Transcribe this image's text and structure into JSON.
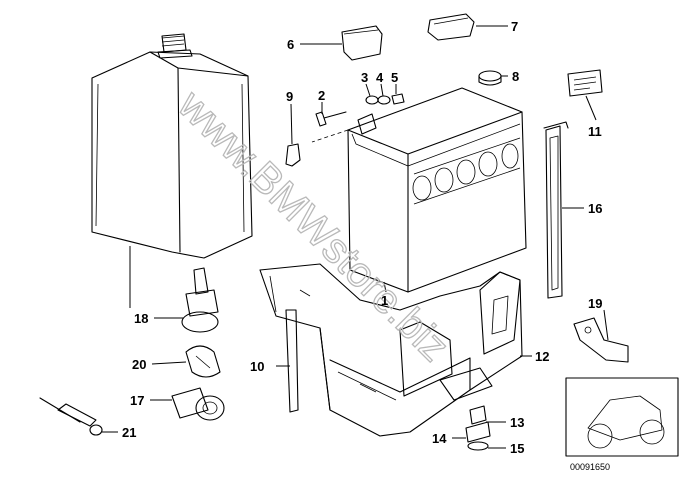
{
  "diagram": {
    "watermark": "www.BMWstore.biz",
    "image_code": "00091650",
    "callouts": [
      "1",
      "2",
      "3",
      "4",
      "5",
      "6",
      "7",
      "8",
      "9",
      "10",
      "11",
      "12",
      "13",
      "14",
      "15",
      "16",
      "17",
      "18",
      "19",
      "20",
      "21"
    ]
  }
}
